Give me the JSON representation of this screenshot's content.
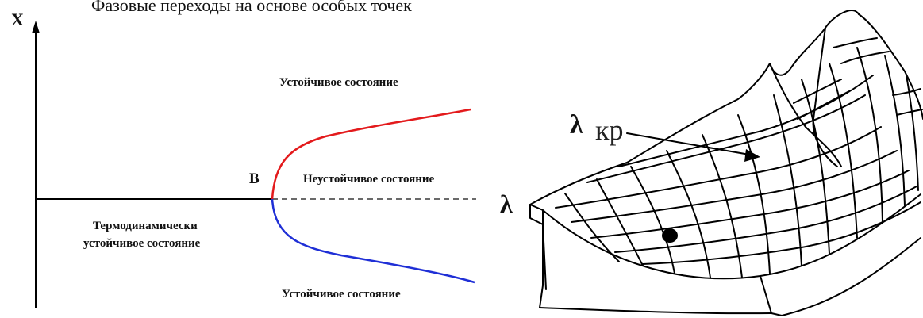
{
  "header_text": "Фазовые переходы на основе особых точек",
  "left_diagram": {
    "y_axis_label": "X",
    "point_label": "B",
    "upper_branch_label": "Устойчивое состояние",
    "unstable_label": "Неустойчивое состояние",
    "lower_branch_label": "Устойчивое состояние",
    "thermo_label_line1": "Термодинамически",
    "thermo_label_line2": "устойчивое состояние",
    "colors": {
      "upper_branch": "#e31a1c",
      "lower_branch": "#1f2fd6",
      "axis": "#000000",
      "dashed": "#555555"
    }
  },
  "right_diagram": {
    "lambda_label": "λ",
    "lambda_kr_symbol": "λ",
    "lambda_kr_subscript": "кр"
  }
}
